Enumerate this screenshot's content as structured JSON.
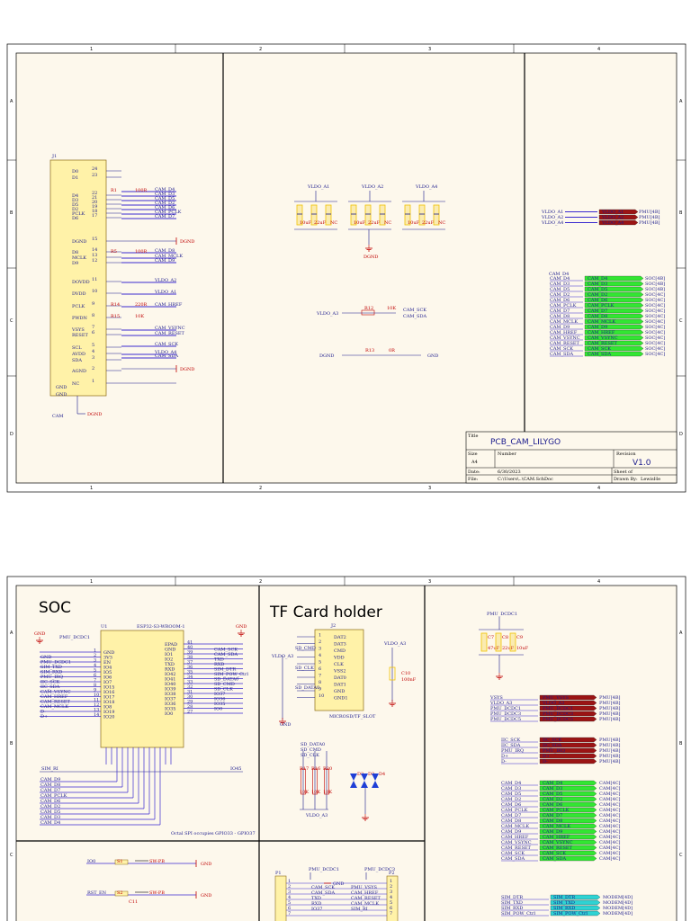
{
  "sheet1": {
    "title_block": {
      "title_label": "Title",
      "title": "PCB_CAM_LILYGO",
      "size_label": "Size",
      "size": "A4",
      "number_label": "Number",
      "revision_label": "Revision",
      "revision": "V1.0",
      "date_label": "Date:",
      "date": "6/30/2023",
      "file_label": "File:",
      "file": "C:\\Users\\..\\CAM.SchDoc",
      "sheet_label": "Sheet of",
      "drawn_label": "Drawn By:",
      "drawn_by": "LewisHe"
    },
    "ruler_cols": [
      "1",
      "2",
      "3",
      "4"
    ],
    "ruler_rows": [
      "A",
      "B",
      "C",
      "D"
    ],
    "connector": {
      "ref": "J1",
      "name": "CAM",
      "pins": [
        {
          "num": "24",
          "label": "D0"
        },
        {
          "num": "23",
          "label": "D1"
        },
        {
          "num": "22",
          "label": "D4"
        },
        {
          "num": "21",
          "label": "D3"
        },
        {
          "num": "20",
          "label": "D5"
        },
        {
          "num": "19",
          "label": "D2"
        },
        {
          "num": "18",
          "label": "PCLK"
        },
        {
          "num": "17",
          "label": "D6"
        },
        {
          "num": "15",
          "label": "DGND"
        },
        {
          "num": "14",
          "label": "D8"
        },
        {
          "num": "13",
          "label": "MCLK"
        },
        {
          "num": "12",
          "label": "D9"
        },
        {
          "num": "11",
          "label": "DOVDD"
        },
        {
          "num": "10",
          "label": "DVDD"
        },
        {
          "num": "9",
          "label": "PCLK"
        },
        {
          "num": "8",
          "label": "PWDN"
        },
        {
          "num": "7",
          "label": "VSYS"
        },
        {
          "num": "6",
          "label": "RESET"
        },
        {
          "num": "5",
          "label": "SCL"
        },
        {
          "num": "4",
          "label": "AVDD"
        },
        {
          "num": "3",
          "label": "SDA"
        },
        {
          "num": "2",
          "label": "AGND"
        },
        {
          "num": "1",
          "label": "NC"
        }
      ]
    },
    "nets_left": [
      "CAM_D4",
      "CAM_D3",
      "CAM_D5",
      "CAM_D2",
      "CAM_D6",
      "CAM_PCLK",
      "CAM_D7",
      "CAM_D8",
      "CAM_MCLK",
      "CAM_D9",
      "VLDO_A2",
      "VLDO_A1",
      "CAM_HREF",
      "CAM_VSYNC",
      "CAM_RESET",
      "CAM_SCK",
      "CAM_SDA",
      "VLDO_A4"
    ],
    "vldo_rails": [
      "VLDO_A1",
      "VLDO_A2",
      "VLDO_A4"
    ],
    "dgnd": "DGND",
    "pmu_ports": [
      {
        "net": "VLDO_A1",
        "ref": "PMU[4B]"
      },
      {
        "net": "VLDO_A2",
        "ref": "PMU[4B]"
      },
      {
        "net": "VLDO_A4",
        "ref": "PMU[4B]"
      }
    ],
    "soc_ports": [
      {
        "net": "CAM_D4",
        "ref": "SOC[4B]"
      },
      {
        "net": "CAM_D3",
        "ref": "SOC[4B]"
      },
      {
        "net": "CAM_D5",
        "ref": "SOC[4B]"
      },
      {
        "net": "CAM_D2",
        "ref": "SOC[4C]"
      },
      {
        "net": "CAM_D6",
        "ref": "SOC[4C]"
      },
      {
        "net": "CAM_PCLK",
        "ref": "SOC[4C]"
      },
      {
        "net": "CAM_D7",
        "ref": "SOC[4C]"
      },
      {
        "net": "CAM_D8",
        "ref": "SOC[4C]"
      },
      {
        "net": "CAM_MCLK",
        "ref": "SOC[4C]"
      },
      {
        "net": "CAM_D9",
        "ref": "SOC[4C]"
      },
      {
        "net": "CAM_HREF",
        "ref": "SOC[4C]"
      },
      {
        "net": "CAM_VSYNC",
        "ref": "SOC[4C]"
      },
      {
        "net": "CAM_RESET",
        "ref": "SOC[4C]"
      },
      {
        "net": "CAM_SCK",
        "ref": "SOC[4C]"
      },
      {
        "net": "CAM_SDA",
        "ref": "SOC[4C]"
      }
    ],
    "pullups": {
      "vldo": "VLDO_A3",
      "r1": "R12",
      "r1_val": "10K",
      "net1": "CAM_SCK",
      "net2": "CAM_SDA",
      "r2": "R13",
      "r2_val": "0R",
      "dgnd": "DGND",
      "gnd": "GND"
    }
  },
  "sheet2": {
    "soc_title": "SOC",
    "tf_title": "TF Card holder",
    "module": {
      "ref": "U1",
      "name": "ESP32-S3-WROOM-1",
      "left_pins": [
        "GND",
        "3V3",
        "EN",
        "IO4",
        "IO5",
        "IO6",
        "IO7",
        "IO15",
        "IO16",
        "IO17",
        "IO18",
        "IO8",
        "IO19",
        "IO20"
      ],
      "right_pins": [
        "EPAD",
        "GND",
        "IO1",
        "IO2",
        "TXD",
        "RXD",
        "IO42",
        "IO41",
        "IO40",
        "IO39",
        "IO38",
        "IO37",
        "IO36",
        "IO35",
        "IO0"
      ],
      "right_nets": [
        "",
        "CAM_SCK",
        "CAM_SDA",
        "TXD",
        "RXD",
        "SIM_DTR",
        "SIM_POW_Ctrl",
        "SD_DATA0",
        "SD_CMD",
        "SD_CLK",
        "IO37",
        "IO36",
        "IO35",
        "IO0"
      ],
      "left_nets": [
        "GND",
        "PMU_DCDC1",
        "SIM_TXD",
        "SIM_RXD",
        "PMU_IRQ",
        "IIC_SCK",
        "IIC_SDA",
        "CAM_VSYNC",
        "CAM_HREF",
        "CAM_RESET",
        "CAM_MCLK",
        "D-",
        "D+"
      ],
      "note": "Octal SPI occupies GPIO33 - GPIO37",
      "io45": "IO45",
      "sim_ri": "SIM_RI"
    },
    "bottom_nets": [
      "CAM_D9",
      "CAM_D8",
      "CAM_D7",
      "CAM_PCLK",
      "CAM_D6",
      "CAM_D2",
      "CAM_D5",
      "CAM_D3",
      "CAM_D4"
    ],
    "tf": {
      "ref": "J2",
      "name": "MICROSD/TF_SLOT",
      "pins": [
        "DAT2",
        "DAT3",
        "CMD",
        "VDD",
        "CLK",
        "VSS2",
        "DAT0",
        "DAT1",
        "GND",
        "GND1"
      ],
      "nets": [
        "SD_CMD",
        "SD_CLK",
        "SD_DATA0"
      ],
      "vldo": "VLDO_A3",
      "cap": "C10",
      "cap_val": "100nF",
      "gnd": "GND"
    },
    "sd_pullup_nets": [
      "SD_DATA0",
      "SD_CMD",
      "SD_CLK"
    ],
    "resistors": [
      "R17",
      "R16",
      "R20"
    ],
    "res_val": "10K",
    "tvs": [
      "D2",
      "D3",
      "D4"
    ],
    "pmu_dcdc1": "PMU_DCDC1",
    "pmu_ports": [
      {
        "net": "PMU_VSYS",
        "ref": "PMU[4B]",
        "side": "VSYS"
      },
      {
        "net": "VLDO_A3",
        "ref": "PMU[4B]",
        "side": "VLDO_A3"
      },
      {
        "net": "PMU_DCDC1",
        "ref": "PMU[4B]",
        "side": "PMU_DCDC1"
      },
      {
        "net": "PMU_DCDC3",
        "ref": "PMU[4B]",
        "side": "PMU_DCDC3"
      },
      {
        "net": "PMU_DCDC5",
        "ref": "PMU[4B]",
        "side": "PMU_DCDC5"
      }
    ],
    "iic_ports": [
      {
        "net": "IIC_SCK",
        "ref": "PMU[4B]",
        "side": "IIC_SCK"
      },
      {
        "net": "IIC_SDA",
        "ref": "PMU[4B]",
        "side": "IIC_SDA"
      },
      {
        "net": "PMU_IRQ",
        "ref": "PMU[4B]",
        "side": "PMU_IRQ"
      },
      {
        "net": "D+",
        "ref": "PMU[4B]",
        "side": "D+"
      },
      {
        "net": "D-",
        "ref": "PMU[4B]",
        "side": "D-"
      }
    ],
    "cam_ports": [
      {
        "net": "CAM_D4",
        "ref": "CAM[4C]"
      },
      {
        "net": "CAM_D3",
        "ref": "CAM[4C]"
      },
      {
        "net": "CAM_D5",
        "ref": "CAM[4C]"
      },
      {
        "net": "CAM_D2",
        "ref": "CAM[4C]"
      },
      {
        "net": "CAM_D6",
        "ref": "CAM[4C]"
      },
      {
        "net": "CAM_PCLK",
        "ref": "CAM[4C]"
      },
      {
        "net": "CAM_D7",
        "ref": "CAM[4C]"
      },
      {
        "net": "CAM_D8",
        "ref": "CAM[4C]"
      },
      {
        "net": "CAM_MCLK",
        "ref": "CAM[4C]"
      },
      {
        "net": "CAM_D9",
        "ref": "CAM[4C]"
      },
      {
        "net": "CAM_HREF",
        "ref": "CAM[4C]"
      },
      {
        "net": "CAM_VSYNC",
        "ref": "CAM[4C]"
      },
      {
        "net": "CAM_RESET",
        "ref": "CAM[4C]"
      },
      {
        "net": "CAM_SCK",
        "ref": "CAM[4C]"
      },
      {
        "net": "CAM_SDA",
        "ref": "CAM[4C]"
      }
    ],
    "modem_ports": [
      {
        "net": "SIM_DTR",
        "ref": "MODEM[4D]"
      },
      {
        "net": "SIM_TXD",
        "ref": "MODEM[4D]"
      },
      {
        "net": "SIM_RXD",
        "ref": "MODEM[4D]"
      },
      {
        "net": "SIM_POW_Ctrl",
        "ref": "MODEM[4D]"
      }
    ],
    "buttons": [
      {
        "net": "IO0",
        "ref": "S1",
        "part": "SW-PB",
        "gnd": "GND"
      },
      {
        "net": "RST_EN",
        "ref": "S2",
        "part": "SW-PB",
        "gnd": "GND"
      }
    ],
    "headers": {
      "p1": "P1",
      "p2": "P2",
      "rail1": "PMU_DCDC1",
      "rail2": "PMU_DCDC3",
      "gnd": "GND",
      "nets_a": [
        "CAM_SCK",
        "CAM_SDA",
        "TXD",
        "RXD",
        "IO37"
      ],
      "nets_b": [
        "PMU_VSYS",
        "CAM_HREF",
        "CAM_RESET",
        "CAM_MCLK",
        "SIM_RI"
      ]
    },
    "top_caps": [
      "C7",
      "C8",
      "C9"
    ],
    "cap_vals": [
      "47uF",
      "22uF",
      "10uF"
    ]
  },
  "colors": {
    "wire": "#1a1a8c",
    "bus": "#3a2ad0",
    "sheet_border": "#000000",
    "port_green": "#32e632",
    "port_red": "#9b1414",
    "port_cyan": "#2ed3d3",
    "power_yellow": "#f2c200",
    "component_fill": "#fff2a8",
    "power_red": "#c00000"
  }
}
